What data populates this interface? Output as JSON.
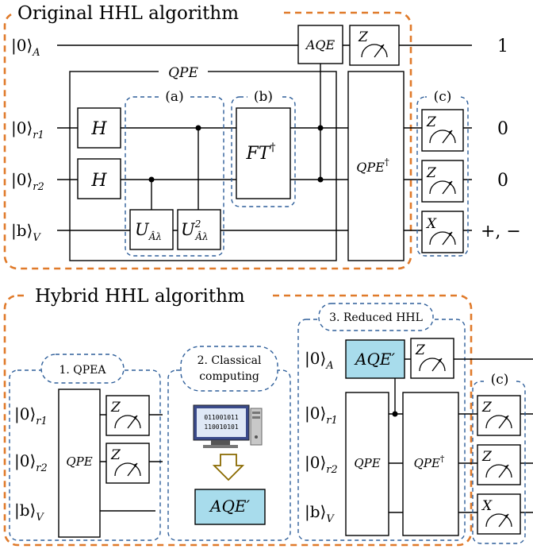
{
  "colors": {
    "outer_frame": "#e07a2a",
    "inner_frame": "#2f5f9a",
    "highlight_box": "#a8dcec"
  },
  "top": {
    "title": "Original HHL algorithm",
    "qubits": {
      "a": "|0⟩",
      "a_sub": "A",
      "r1": "|0⟩",
      "r1_sub": "r1",
      "r2": "|0⟩",
      "r2_sub": "r2",
      "b": "|b⟩",
      "b_sub": "V"
    },
    "qpe_label": "QPE",
    "a_label": "(a)",
    "b_label": "(b)",
    "c_label": "(c)",
    "h1": "H",
    "h2": "H",
    "u1": "U",
    "u1_sub": "Âλ",
    "u2": "U",
    "u2_sup": "2",
    "u2_sub": "Âλ",
    "ft": "FT",
    "ft_sup": "†",
    "qpe_dag": "QPE",
    "qpe_dag_sup": "†",
    "aqe": "AQE",
    "meas_a": "Z",
    "meas_r1": "Z",
    "meas_r2": "Z",
    "meas_b": "X",
    "out_a": "1",
    "out_r1": "0",
    "out_r2": "0",
    "out_b": "+, −"
  },
  "bottom": {
    "title": "Hybrid HHL algorithm",
    "qpea": {
      "label": "1. QPEA",
      "qubits": {
        "r1": "|0⟩",
        "r1_sub": "r1",
        "r2": "|0⟩",
        "r2_sub": "r2",
        "b": "|b⟩",
        "b_sub": "V"
      },
      "qpe": "QPE",
      "meas_r1": "Z",
      "meas_r2": "Z"
    },
    "classical": {
      "label_line1": "2. Classical",
      "label_line2": "computing",
      "screen_line1": "011001011",
      "screen_line2": "110010101",
      "aqe": "AQE′"
    },
    "reduced": {
      "label": "3. Reduced HHL",
      "qubits": {
        "a": "|0⟩",
        "a_sub": "A",
        "r1": "|0⟩",
        "r1_sub": "r1",
        "r2": "|0⟩",
        "r2_sub": "r2",
        "b": "|b⟩",
        "b_sub": "V"
      },
      "aqe": "AQE′",
      "meas_a": "Z",
      "qpe": "QPE",
      "qpe_dag": "QPE",
      "qpe_dag_sup": "†",
      "c_label": "(c)",
      "meas_r1": "Z",
      "meas_r2": "Z",
      "meas_b": "X"
    }
  }
}
